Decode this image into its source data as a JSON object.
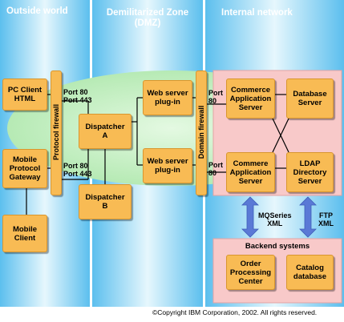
{
  "zones": {
    "outside": "Outside world",
    "dmz": "Demilitarized Zone\n(DMZ)",
    "internal": "Internal network"
  },
  "firewalls": {
    "protocol": "Protocol firewall",
    "domain": "Domain firewall"
  },
  "nodes": {
    "pc_client": "PC Client\nHTML",
    "mobile_gateway": "Mobile\nProtocol\nGateway",
    "mobile_client": "Mobile\nClient",
    "dispatcher_a": "Dispatcher\nA",
    "dispatcher_b": "Dispatcher\nB",
    "web_plugin_1": "Web server\nplug-in",
    "web_plugin_2": "Web server\nplug-in",
    "commerce_server_1": "Commerce\nApplication\nServer",
    "commerce_server_2": "Commere\nApplication\nServer",
    "database_server": "Database\nServer",
    "ldap_server": "LDAP\nDirectory\nServer",
    "order_center": "Order\nProcessing\nCenter",
    "catalog_db": "Catalog\ndatabase"
  },
  "ports": {
    "upper_left": "Port 80\nPort 443",
    "lower_left": "Port 80\nPort 443",
    "upper_right": "Port\n80",
    "lower_right": "Port\n80"
  },
  "protocols": {
    "mqseries": "MQSeries\nXML",
    "ftp": "FTP\nXML"
  },
  "backend": {
    "title": "Backend systems"
  },
  "copyright": "©Copyright IBM Corporation, 2002. All rights reserved.",
  "colors": {
    "zone_blue": "#6ec8f2",
    "zone_blue_light": "#cdeefb",
    "cloud": "#c2efc0",
    "box_orange": "#f8bb54",
    "region_pink": "#f8c9c9",
    "arrow_blue": "#5a79d6"
  }
}
